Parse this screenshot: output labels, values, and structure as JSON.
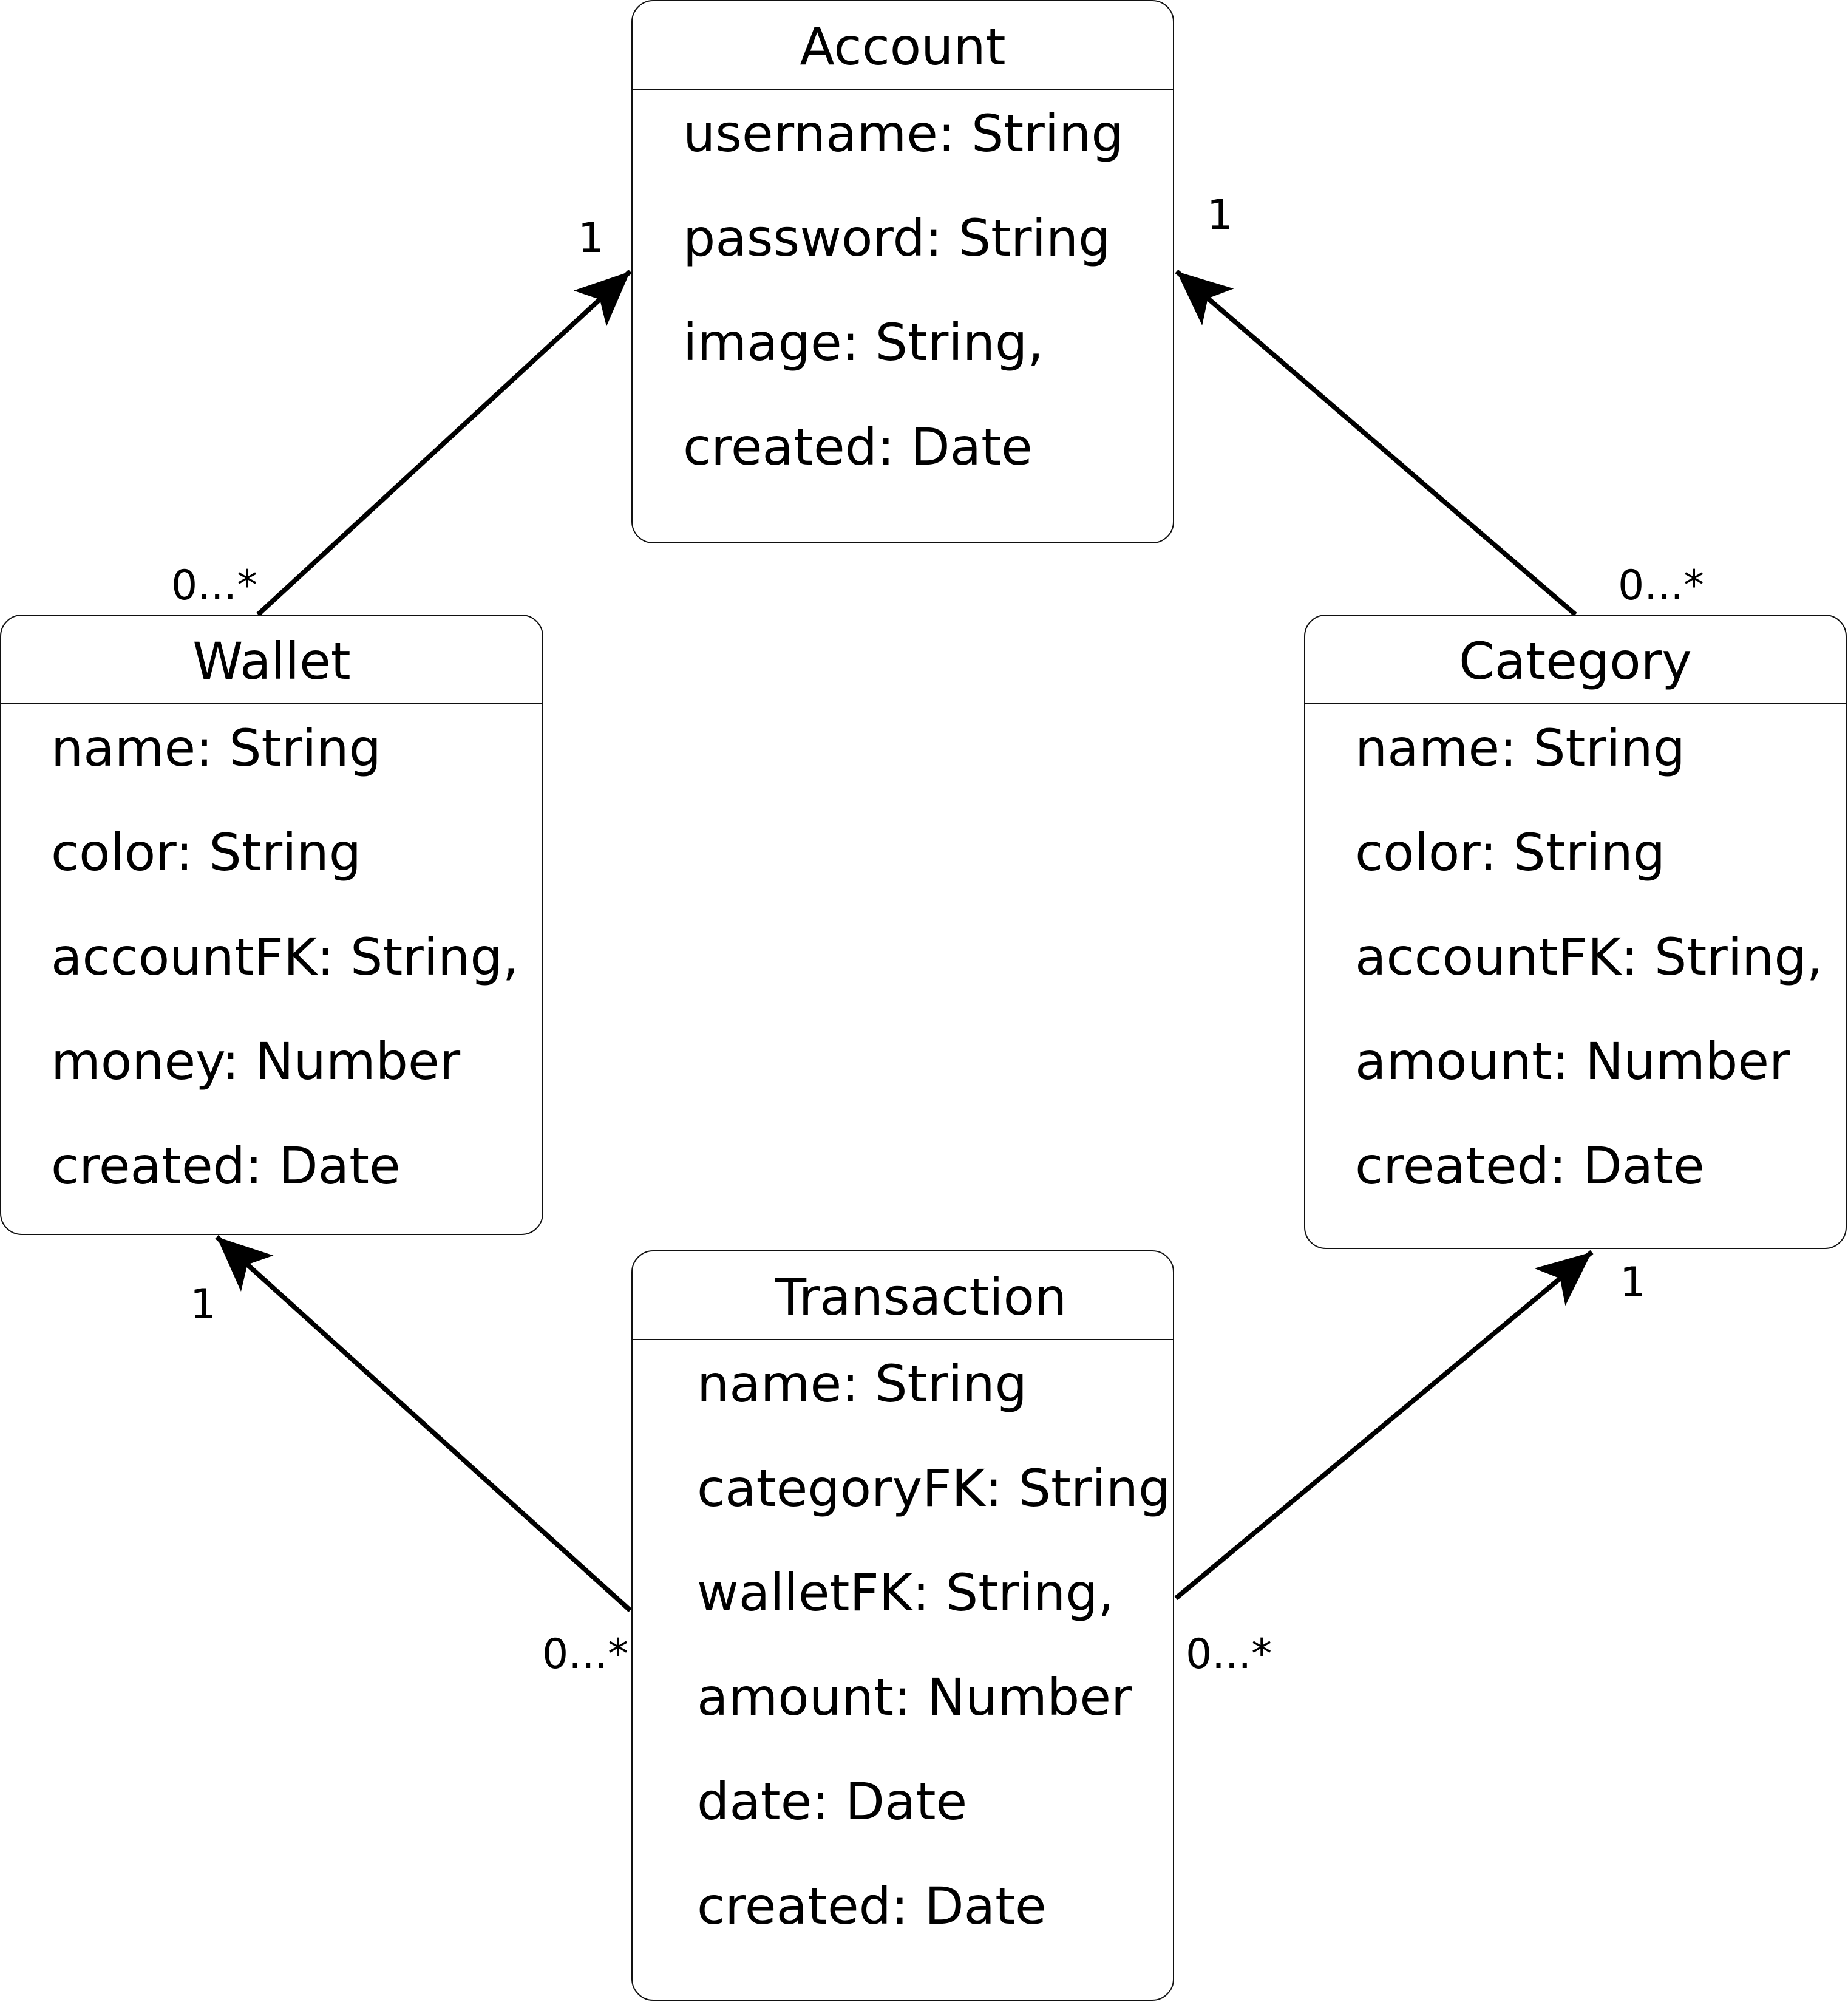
{
  "classes": {
    "account": {
      "name": "Account",
      "attributes": [
        "username: String",
        "password: String",
        "image: String,",
        "created: Date"
      ]
    },
    "wallet": {
      "name": "Wallet",
      "attributes": [
        "name: String",
        "color: String",
        "accountFK: String,",
        "money: Number",
        "created: Date"
      ]
    },
    "category": {
      "name": "Category",
      "attributes": [
        "name: String",
        "color: String",
        "accountFK: String,",
        "amount: Number",
        "created: Date"
      ]
    },
    "transaction": {
      "name": "Transaction",
      "attributes": [
        "name: String",
        "categoryFK: String",
        "walletFK: String,",
        "amount: Number",
        "date: Date",
        "created: Date"
      ]
    }
  },
  "associations": [
    {
      "from": "Wallet",
      "to": "Account",
      "from_multiplicity": "0...*",
      "to_multiplicity": "1"
    },
    {
      "from": "Category",
      "to": "Account",
      "from_multiplicity": "0...*",
      "to_multiplicity": "1"
    },
    {
      "from": "Transaction",
      "to": "Wallet",
      "from_multiplicity": "0...*",
      "to_multiplicity": "1"
    },
    {
      "from": "Transaction",
      "to": "Category",
      "from_multiplicity": "0...*",
      "to_multiplicity": "1"
    }
  ]
}
